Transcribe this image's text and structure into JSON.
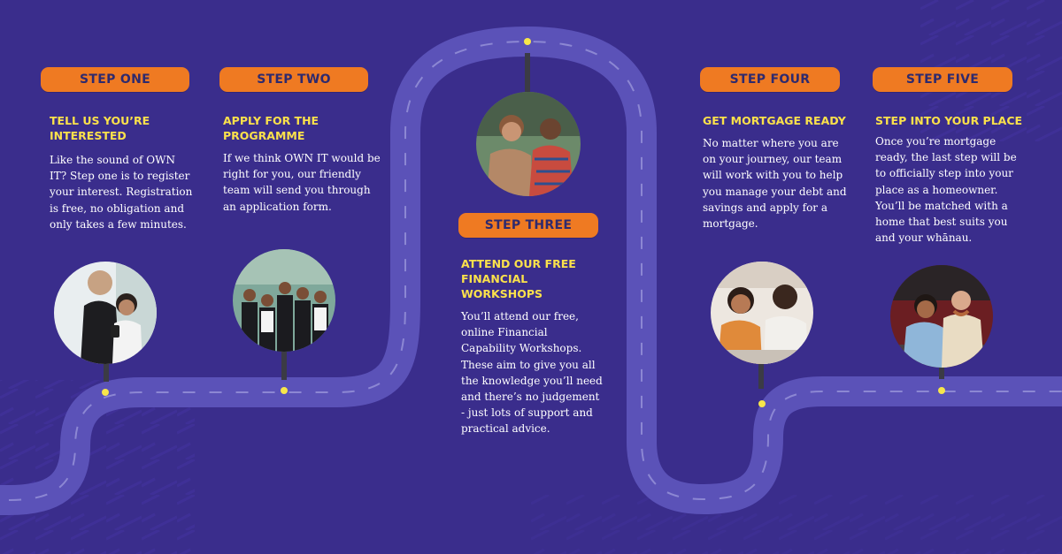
{
  "colors": {
    "background": "#3a2d8c",
    "road": "#5b52b8",
    "road_dash": "#8c87d3",
    "pill": "#ef7a22",
    "pill_text": "#2e2a6e",
    "title": "#fbe14b",
    "body": "#ffffff",
    "marker": "#f7e64a",
    "pin": "#3b3b45"
  },
  "steps": [
    {
      "label": "STEP ONE",
      "title": [
        "TELL US YOU’RE",
        "INTERESTED"
      ],
      "body": [
        "Like the sound of OWN",
        "IT? Step one is to register",
        "your interest. Registration",
        "is free, no obligation and",
        "only takes a few minutes."
      ],
      "photo_icon": "couple-phone-photo"
    },
    {
      "label": "STEP TWO",
      "title": [
        "APPLY FOR THE",
        "PROGRAMME"
      ],
      "body": [
        "If we think OWN IT would be",
        "right for you, our friendly",
        "team will send you through",
        "an application form."
      ],
      "photo_icon": "team-group-photo"
    },
    {
      "label": "STEP THREE",
      "title": [
        "ATTEND OUR FREE",
        "FINANCIAL",
        "WORKSHOPS"
      ],
      "body": [
        "You’ll attend our free,",
        "online Financial",
        "Capability Workshops.",
        "These aim to give you all",
        "the knowledge you’ll need",
        "and there’s no judgement",
        "- just lots of support and",
        "practical advice."
      ],
      "photo_icon": "workshop-photo"
    },
    {
      "label": "STEP FOUR",
      "title": [
        "GET MORTGAGE READY"
      ],
      "body": [
        "No matter where you are",
        "on your journey, our team",
        "will work with you to help",
        "you manage your debt and",
        "savings and apply for a",
        "mortgage."
      ],
      "photo_icon": "advisor-photo"
    },
    {
      "label": "STEP FIVE",
      "title": [
        "STEP INTO YOUR PLACE"
      ],
      "body": [
        "Once you’re mortgage",
        "ready, the last step will be",
        "to officially step into your",
        "place as a homeowner.",
        "You’ll be matched with a",
        "home that best suits you",
        "and your whānau."
      ],
      "photo_icon": "homeowners-photo"
    }
  ]
}
